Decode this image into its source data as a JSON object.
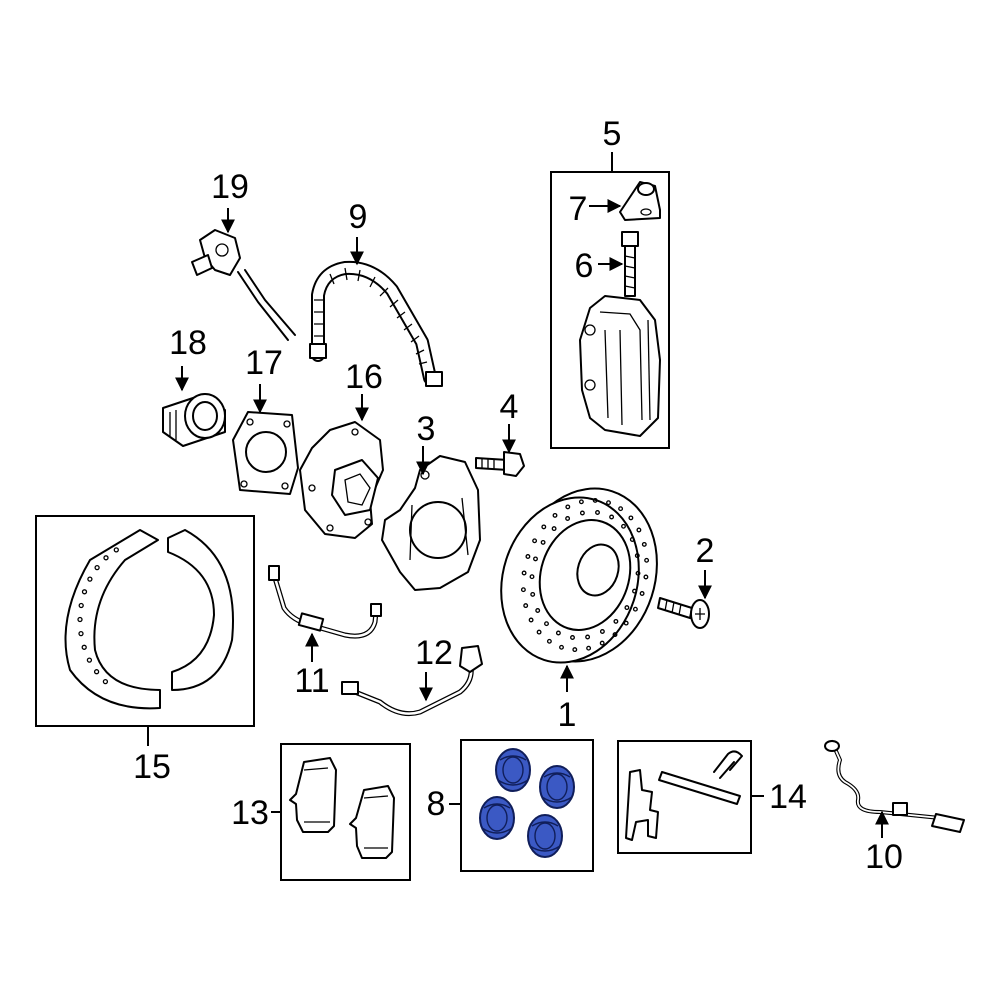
{
  "colors": {
    "background": "#ffffff",
    "line": "#000000",
    "highlight_fill": "#3b59c4",
    "highlight_outline": "#101e5a"
  },
  "parts": [
    {
      "id": "1",
      "label": "1"
    },
    {
      "id": "2",
      "label": "2"
    },
    {
      "id": "3",
      "label": "3"
    },
    {
      "id": "4",
      "label": "4"
    },
    {
      "id": "5",
      "label": "5"
    },
    {
      "id": "6",
      "label": "6"
    },
    {
      "id": "7",
      "label": "7"
    },
    {
      "id": "8",
      "label": "8",
      "highlighted": true
    },
    {
      "id": "9",
      "label": "9"
    },
    {
      "id": "10",
      "label": "10"
    },
    {
      "id": "11",
      "label": "11"
    },
    {
      "id": "12",
      "label": "12"
    },
    {
      "id": "13",
      "label": "13"
    },
    {
      "id": "14",
      "label": "14"
    },
    {
      "id": "15",
      "label": "15"
    },
    {
      "id": "16",
      "label": "16"
    },
    {
      "id": "17",
      "label": "17"
    },
    {
      "id": "18",
      "label": "18"
    },
    {
      "id": "19",
      "label": "19"
    }
  ]
}
